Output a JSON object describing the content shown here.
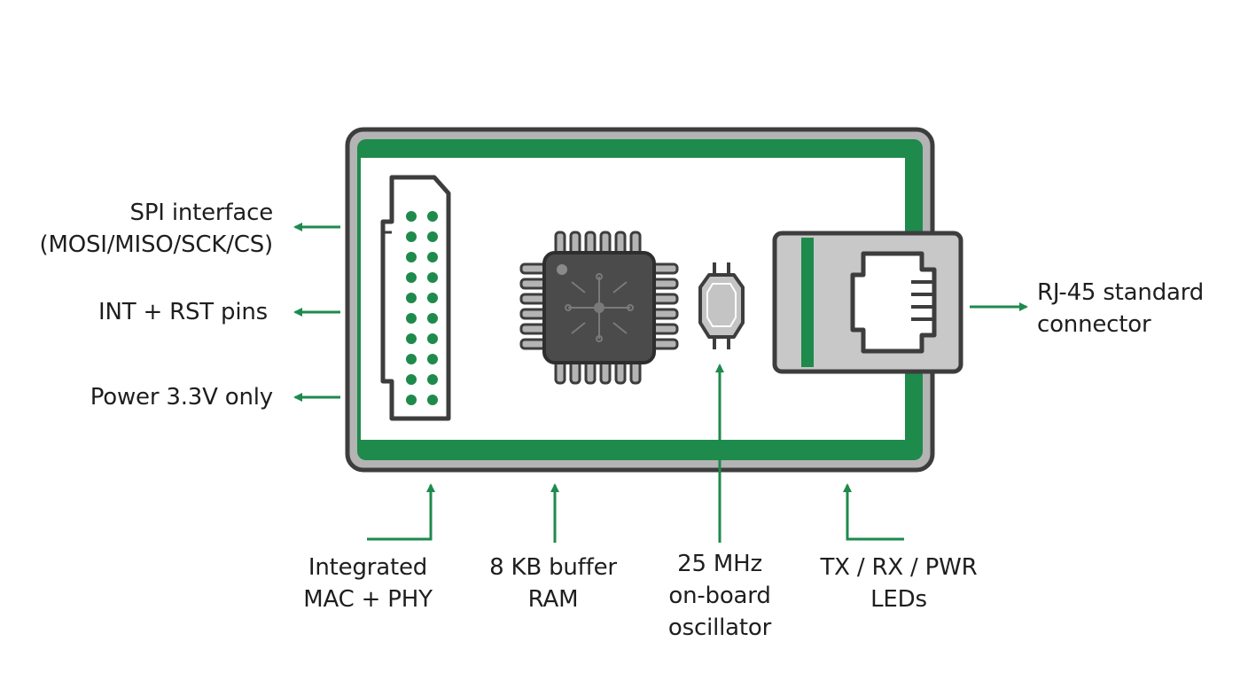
{
  "colors": {
    "accent_green": "#1e8a4c",
    "outline": "#3d3d3d",
    "board_gray": "#b4b4b4",
    "chip_dark": "#4b4b4b",
    "connector_gray": "#c8c8c8"
  },
  "labels": {
    "spi": [
      "SPI interface",
      "(MOSI/MISO/SCK/CS)"
    ],
    "int_rst": "INT + RST pins",
    "power": "Power 3.3V only",
    "rj45": [
      "RJ-45 standard",
      "connector"
    ],
    "mac_phy": [
      "Integrated",
      "MAC + PHY"
    ],
    "buffer": [
      "8 KB buffer",
      "RAM"
    ],
    "oscillator": [
      "25 MHz",
      "on-board",
      "oscillator"
    ],
    "leds": [
      "TX / RX / PWR",
      "LEDs"
    ]
  }
}
